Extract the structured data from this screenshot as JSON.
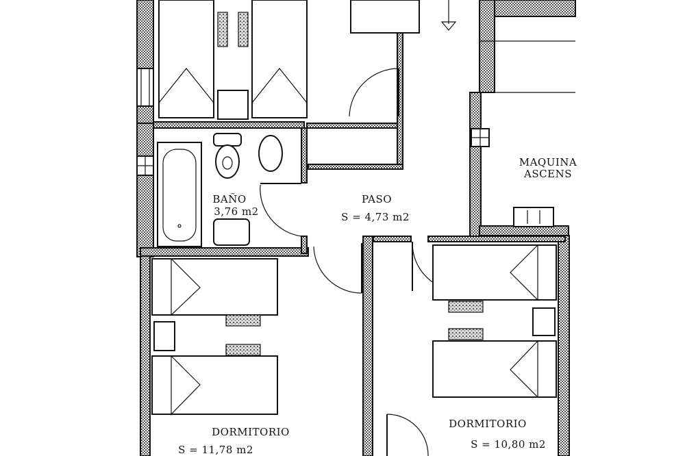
{
  "title": "Plano de vivienda",
  "rooms": {
    "maquina": {
      "line1": "MAQUINA",
      "line2": "ASCENS"
    },
    "bano": {
      "name": "BAÑO",
      "area": "3,76 m2"
    },
    "paso": {
      "name": "PASO",
      "area": "S = 4,73 m2"
    },
    "dormitorio_izq": {
      "name": "DORMITORIO",
      "area": "S = 11,78 m2"
    },
    "dormitorio_der": {
      "name": "DORMITORIO",
      "area": "S = 10,80 m2"
    }
  },
  "colors": {
    "ink": "#111111",
    "paper": "#ffffff",
    "wall": "#8a8a8a"
  }
}
